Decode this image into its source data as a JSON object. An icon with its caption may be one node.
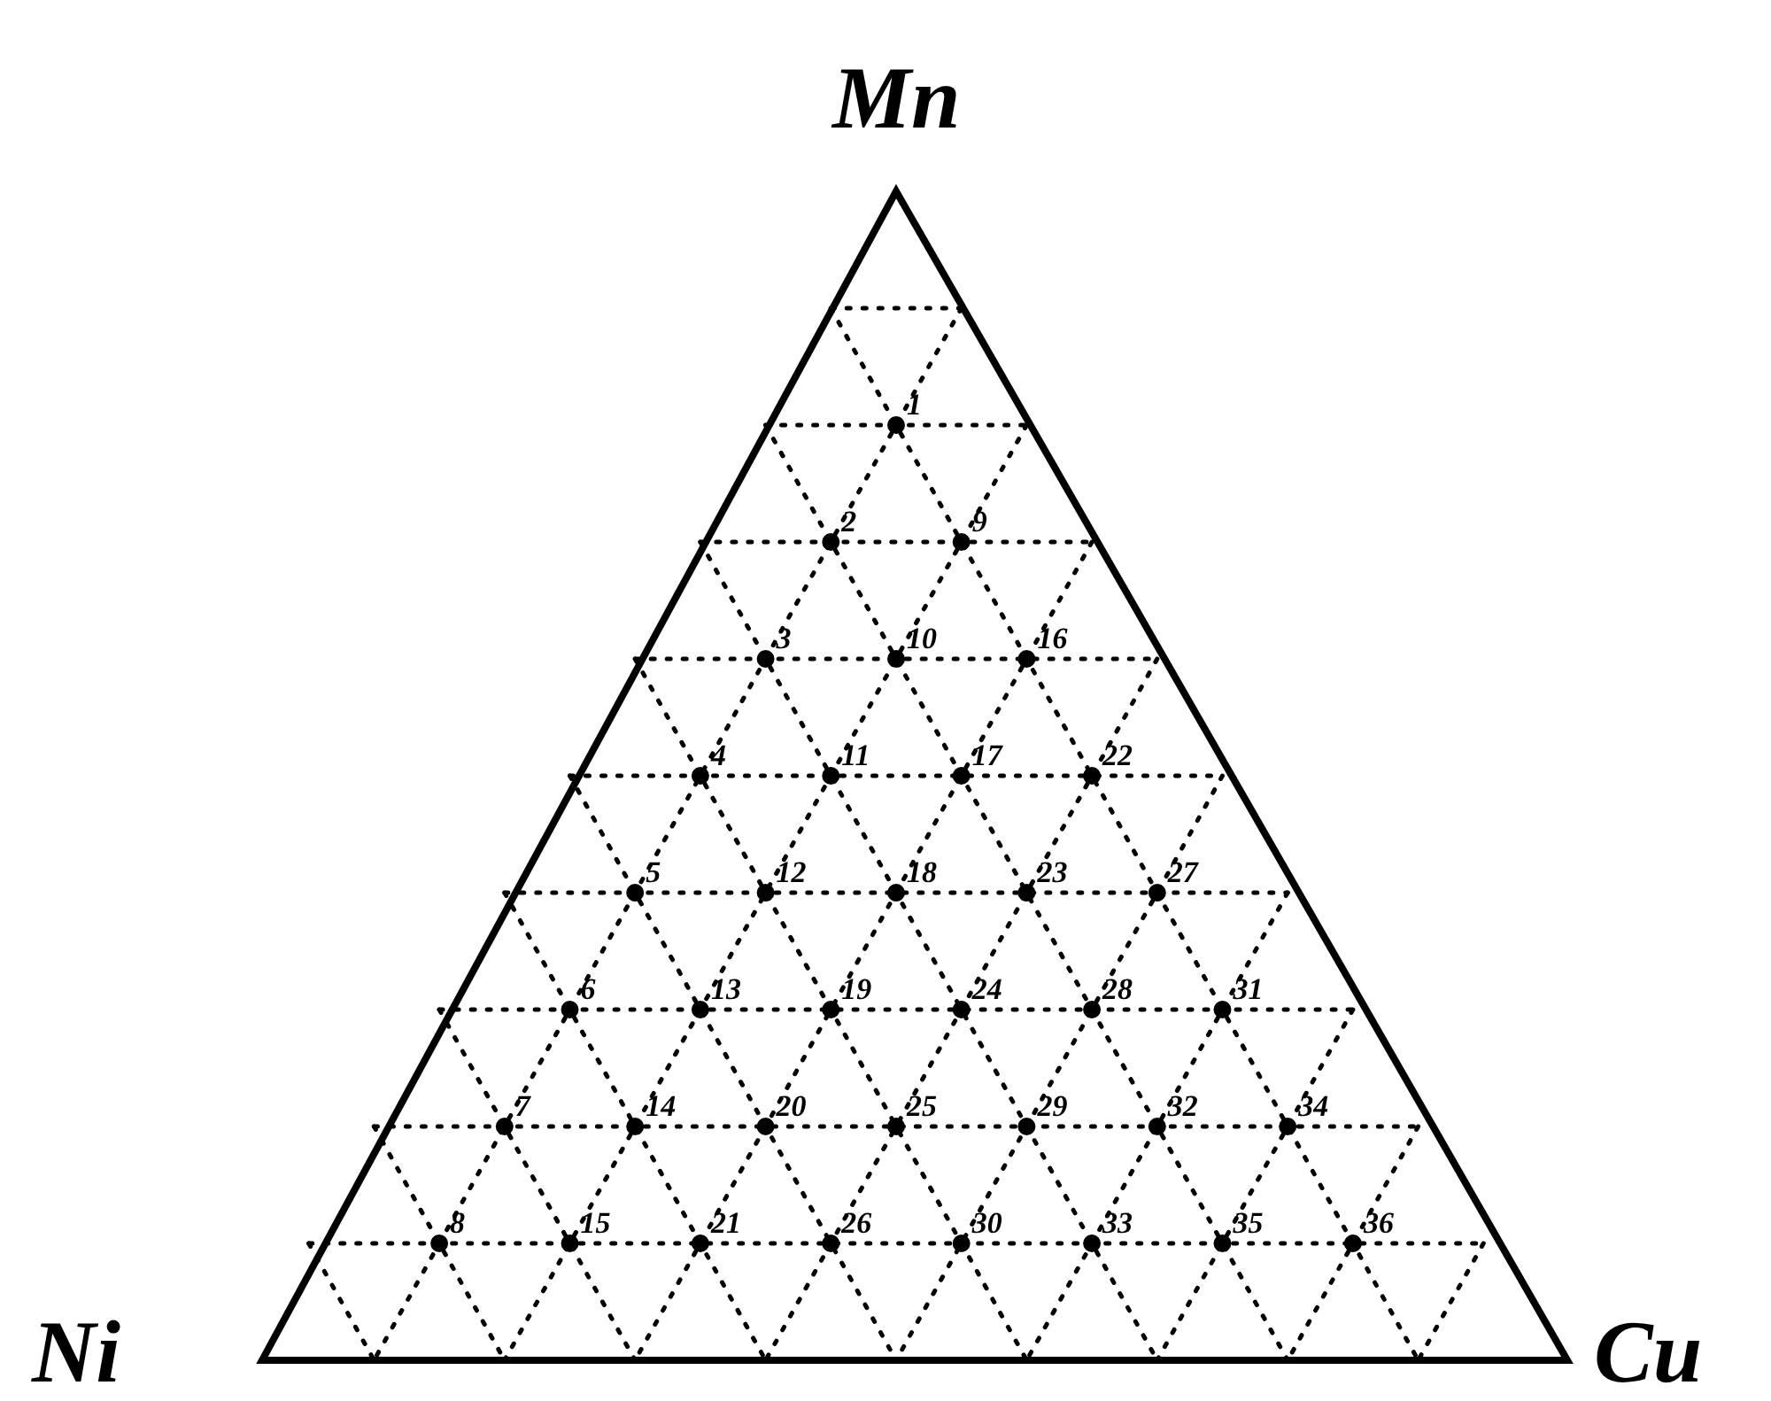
{
  "diagram": {
    "labels": [
      "Mn",
      "1",
      "2",
      "9",
      "3",
      "10",
      "16",
      "4",
      "11",
      "17",
      "22",
      "5",
      "12",
      "18",
      "23",
      "27",
      "6",
      "13",
      "19",
      "24",
      "28",
      "31",
      "7",
      "14",
      "20",
      "25",
      "29",
      "32",
      "34",
      "8",
      "15",
      "21",
      "26",
      "30",
      "33",
      "35",
      "36",
      "Ni",
      "Cu"
    ]
  }
}
